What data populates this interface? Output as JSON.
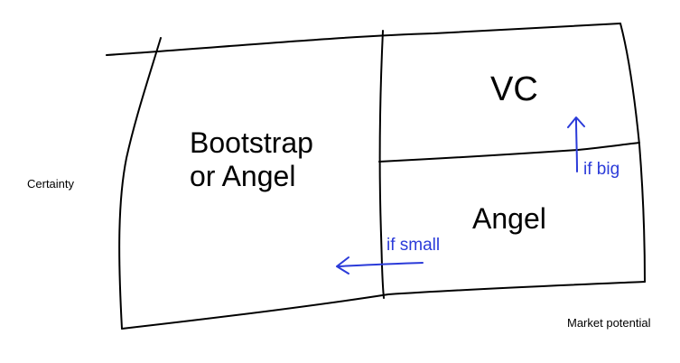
{
  "diagram": {
    "regions": {
      "left": "Bootstrap\nor Angel",
      "top_right": "VC",
      "bottom_right": "Angel"
    },
    "annotations": {
      "up_arrow": "if big",
      "left_arrow": "if small"
    },
    "axes": {
      "vertical": "Certainty",
      "horizontal": "Market potential"
    },
    "colors": {
      "ink": "#000000",
      "annotation": "#2b3bd9"
    }
  }
}
